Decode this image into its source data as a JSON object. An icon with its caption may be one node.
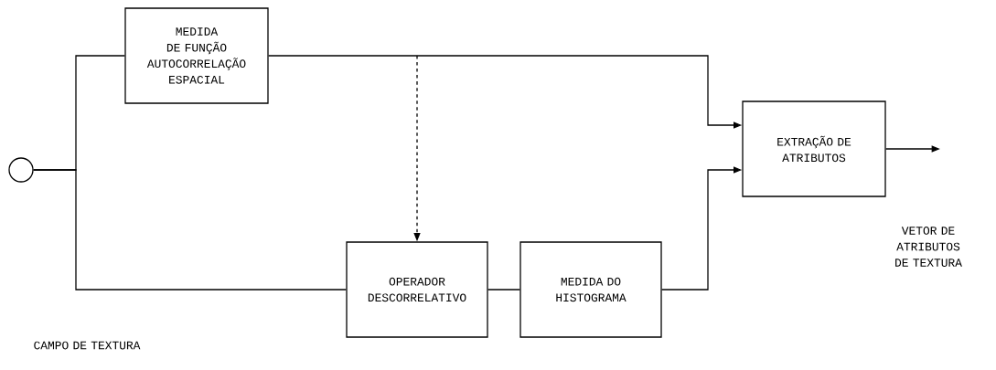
{
  "diagram": {
    "nodes": [
      {
        "text": [],
        "shape": "circle"
      },
      {
        "text": [
          "MEDIDA DE FUNÇÃO AUTOCORRELAÇÃO ESPACIAL"
        ]
      },
      {
        "text": [
          "OPERADOR DESCORRELATIVO"
        ]
      },
      {
        "text": [
          "MEDIDA DO HISTOGRAMA"
        ]
      },
      {
        "text": [
          "EXTRAÇÃO DE ATRIBUTOS"
        ]
      }
    ],
    "edges": [
      {
        "from": 0,
        "to": 1,
        "arrow": "none"
      },
      {
        "from": 0,
        "to": 2,
        "arrow": "none"
      },
      {
        "from": 1,
        "to": 4,
        "arrow": "to"
      },
      {
        "from": null,
        "to": 2,
        "arrow": "to",
        "style": "dashed"
      },
      {
        "from": 2,
        "to": 3,
        "arrow": "none"
      },
      {
        "from": 3,
        "to": 4,
        "arrow": "to"
      },
      {
        "from": 4,
        "to": null,
        "arrow": "to"
      }
    ],
    "labels": [
      "CAMPO DE TEXTURA",
      "VETOR DE ATRIBUTOS DE TEXTURA"
    ]
  }
}
